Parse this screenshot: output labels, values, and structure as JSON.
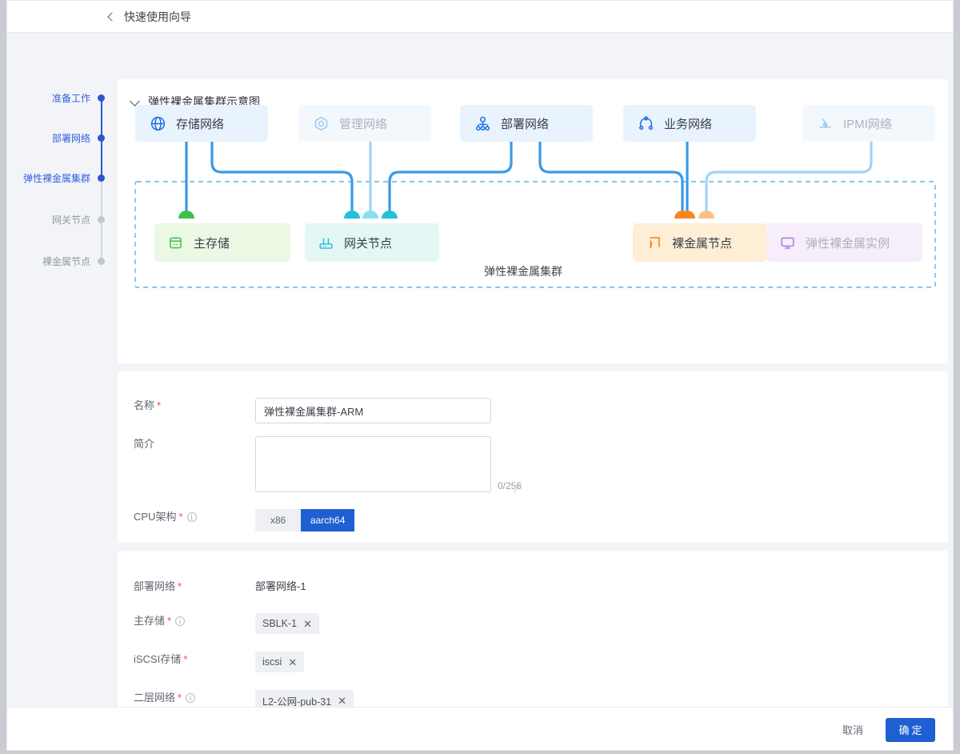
{
  "header": {
    "title": "快速使用向导",
    "back_icon": "chevron-left-icon"
  },
  "steps": [
    {
      "label": "准备工作",
      "state": "active"
    },
    {
      "label": "部署网络",
      "state": "active"
    },
    {
      "label": "弹性裸金属集群",
      "state": "active"
    },
    {
      "label": "网关节点",
      "state": "inactive"
    },
    {
      "label": "裸金属节点",
      "state": "inactive"
    }
  ],
  "diagram": {
    "title": "弹性裸金属集群示意图",
    "collapse_icon": "chevron-down-icon",
    "cluster_caption": "弹性裸金属集群",
    "networks": [
      {
        "label": "存储网络",
        "icon": "globe-icon",
        "state": "active"
      },
      {
        "label": "管理网络",
        "icon": "hexagon-target-icon",
        "state": "disabled"
      },
      {
        "label": "部署网络",
        "icon": "network-tree-icon",
        "state": "active"
      },
      {
        "label": "业务网络",
        "icon": "node-ring-icon",
        "state": "active"
      },
      {
        "label": "IPMI网络",
        "icon": "ipmi-connector-icon",
        "state": "disabled"
      }
    ],
    "nodes": [
      {
        "label": "主存储",
        "icon": "database-icon",
        "state": "active"
      },
      {
        "label": "网关节点",
        "icon": "router-icon",
        "state": "active"
      },
      {
        "label": "裸金属节点",
        "icon": "signal-icon",
        "state": "active"
      },
      {
        "label": "弹性裸金属实例",
        "icon": "monitor-icon",
        "state": "disabled"
      }
    ]
  },
  "form_basic": {
    "name": {
      "label": "名称",
      "required": true,
      "value": "弹性裸金属集群-ARM"
    },
    "desc": {
      "label": "简介",
      "required": false,
      "value": "",
      "placeholder": "",
      "counter": "0/256"
    },
    "cpu": {
      "label": "CPU架构",
      "required": true,
      "has_info": true,
      "options": [
        "x86",
        "aarch64"
      ],
      "selected": "aarch64"
    }
  },
  "form_network": {
    "deploy_net": {
      "label": "部署网络",
      "required": true,
      "has_info": false,
      "value": "部署网络-1"
    },
    "main_store": {
      "label": "主存储",
      "required": true,
      "has_info": true,
      "tag": "SBLK-1"
    },
    "iscsi": {
      "label": "iSCSI存储",
      "required": true,
      "has_info": false,
      "tag": "iscsi"
    },
    "l2_net": {
      "label": "二层网络",
      "required": true,
      "has_info": true,
      "tag": "L2-公网-pub-31"
    }
  },
  "footer": {
    "cancel": "取消",
    "confirm": "确定"
  },
  "colors": {
    "accent": "#1e5fd1",
    "step_active": "#2f55d4",
    "link_blue": "#3a9ae8",
    "link_light": "#9fd4f5",
    "green": "#3fbf4b",
    "cyan": "#25c0d8",
    "orange": "#f89a2e",
    "purple": "#b07ad8",
    "required_red": "#f04a4a"
  }
}
